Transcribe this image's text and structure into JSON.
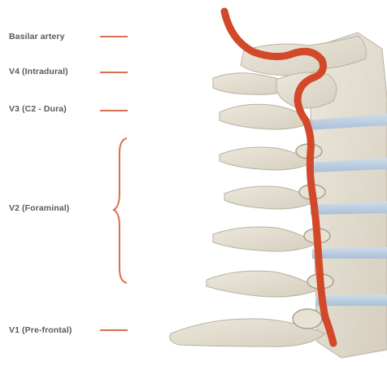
{
  "segments": [
    {
      "id": "basilar",
      "label": "Basilar artery"
    },
    {
      "id": "v4",
      "label": "V4 (Intradural)"
    },
    {
      "id": "v3",
      "label": "V3 (C2 - Dura)"
    },
    {
      "id": "v2",
      "label": "V2 (Foraminal)"
    },
    {
      "id": "v1",
      "label": "V1 (Pre-frontal)"
    }
  ],
  "colors": {
    "label_text": "#5a5a5a",
    "accent_marker": "#d9704f",
    "artery": "#d2492a",
    "bone": "#e3ddd0",
    "bone_shadow": "#b9b1a2",
    "disc": "#b9cde0"
  }
}
